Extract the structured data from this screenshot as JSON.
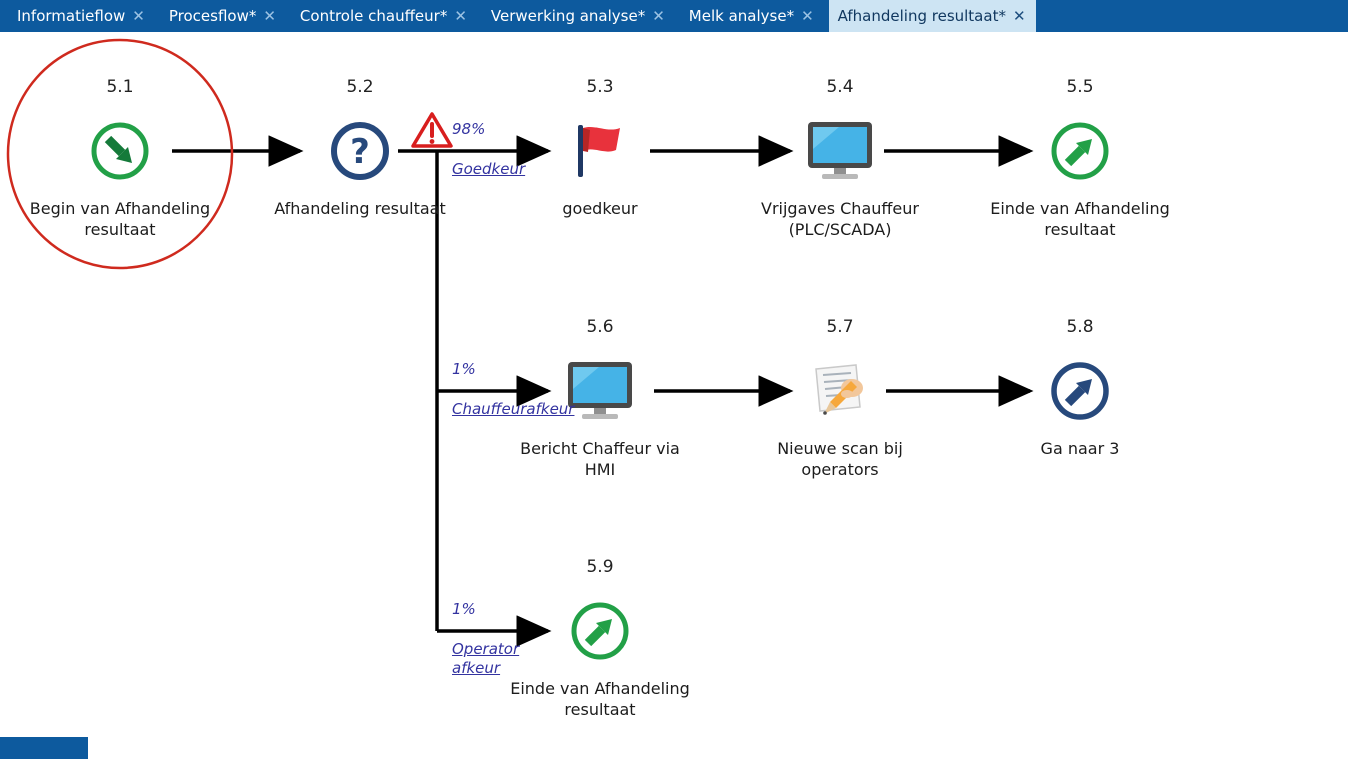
{
  "tab_bar": {
    "close_icon": "✕",
    "tabs": [
      {
        "label": "Informatieflow"
      },
      {
        "label": "Procesflow*"
      },
      {
        "label": "Controle chauffeur*"
      },
      {
        "label": "Verwerking analyse*"
      },
      {
        "label": "Melk analyse*"
      },
      {
        "label": "Afhandeling resultaat*"
      }
    ]
  },
  "diagram": {
    "nodes": [
      {
        "number": "5.1",
        "label": "Begin van Afhandeling resultaat",
        "icon": "start-arrow-down-right"
      },
      {
        "number": "5.2",
        "label": "Afhandeling resultaat",
        "icon": "question-decision"
      },
      {
        "number": "5.3",
        "label": "goedkeur",
        "icon": "red-flag"
      },
      {
        "number": "5.4",
        "label": "Vrijgaves Chauffeur (PLC/SCADA)",
        "icon": "computer-monitor"
      },
      {
        "number": "5.5",
        "label": "Einde van Afhandeling resultaat",
        "icon": "end-arrow-up-right"
      },
      {
        "number": "5.6",
        "label": "Bericht Chaffeur via HMI",
        "icon": "computer-monitor"
      },
      {
        "number": "5.7",
        "label": "Nieuwe scan bij operators",
        "icon": "scan-pencil"
      },
      {
        "number": "5.8",
        "label": "Ga naar 3",
        "icon": "goto-arrow-up-right"
      },
      {
        "number": "5.9",
        "label": "Einde van Afhandeling resultaat",
        "icon": "end-arrow-up-right"
      }
    ],
    "branches": [
      {
        "percent": "98%",
        "label": "Goedkeur"
      },
      {
        "percent": "1%",
        "label": "Chauffeurafkeur"
      },
      {
        "percent": "1%",
        "label": "Operator afkeur"
      }
    ]
  },
  "colors": {
    "tab_bar_bg": "#0d5a9e",
    "active_tab_bg": "#cde4f3",
    "green": "#22a047",
    "dark_green": "#157a3a",
    "navy": "#27497c",
    "warning_red": "#d81e1e",
    "flag_red": "#e8323c",
    "screen_blue": "#45b3e7",
    "branch_text": "#3333a0",
    "annotation_red": "#cf2a1e"
  }
}
